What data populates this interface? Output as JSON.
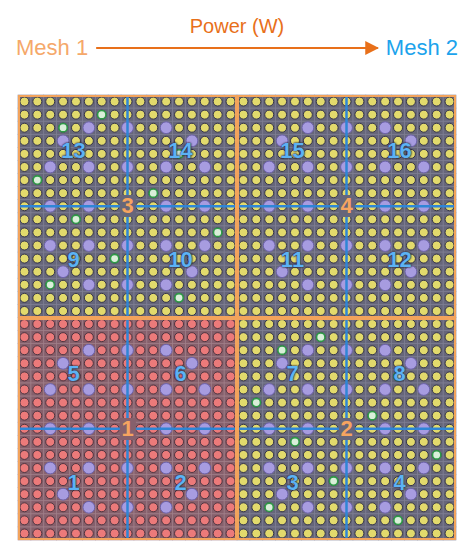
{
  "diagram": {
    "nodes": [
      {
        "text": [
          "Mesh 1"
        ]
      },
      {
        "text": [
          "Mesh 2"
        ]
      },
      {
        "text": [
          "3"
        ]
      },
      {
        "text": [
          "13"
        ],
        "in": 2
      },
      {
        "text": [
          "14"
        ],
        "in": 2
      },
      {
        "text": [
          "9"
        ],
        "in": 2
      },
      {
        "text": [
          "10"
        ],
        "in": 2
      },
      {
        "text": [
          "4"
        ]
      },
      {
        "text": [
          "15"
        ],
        "in": 7
      },
      {
        "text": [
          "16"
        ],
        "in": 7
      },
      {
        "text": [
          "11"
        ],
        "in": 7
      },
      {
        "text": [
          "12"
        ],
        "in": 7
      },
      {
        "text": [
          "1"
        ]
      },
      {
        "text": [
          "5"
        ],
        "in": 12
      },
      {
        "text": [
          "6"
        ],
        "in": 12
      },
      {
        "text": [
          "1"
        ],
        "in": 12
      },
      {
        "text": [
          "2"
        ],
        "in": 12
      },
      {
        "text": [
          "2"
        ]
      },
      {
        "text": [
          "7"
        ],
        "in": 17
      },
      {
        "text": [
          "8"
        ],
        "in": 17
      },
      {
        "text": [
          "3"
        ],
        "in": 17
      },
      {
        "text": [
          "4"
        ],
        "in": 17
      }
    ],
    "edges": [
      {
        "from": 0,
        "to": 1,
        "arrow": "to",
        "label": "Power (W)"
      }
    ]
  }
}
